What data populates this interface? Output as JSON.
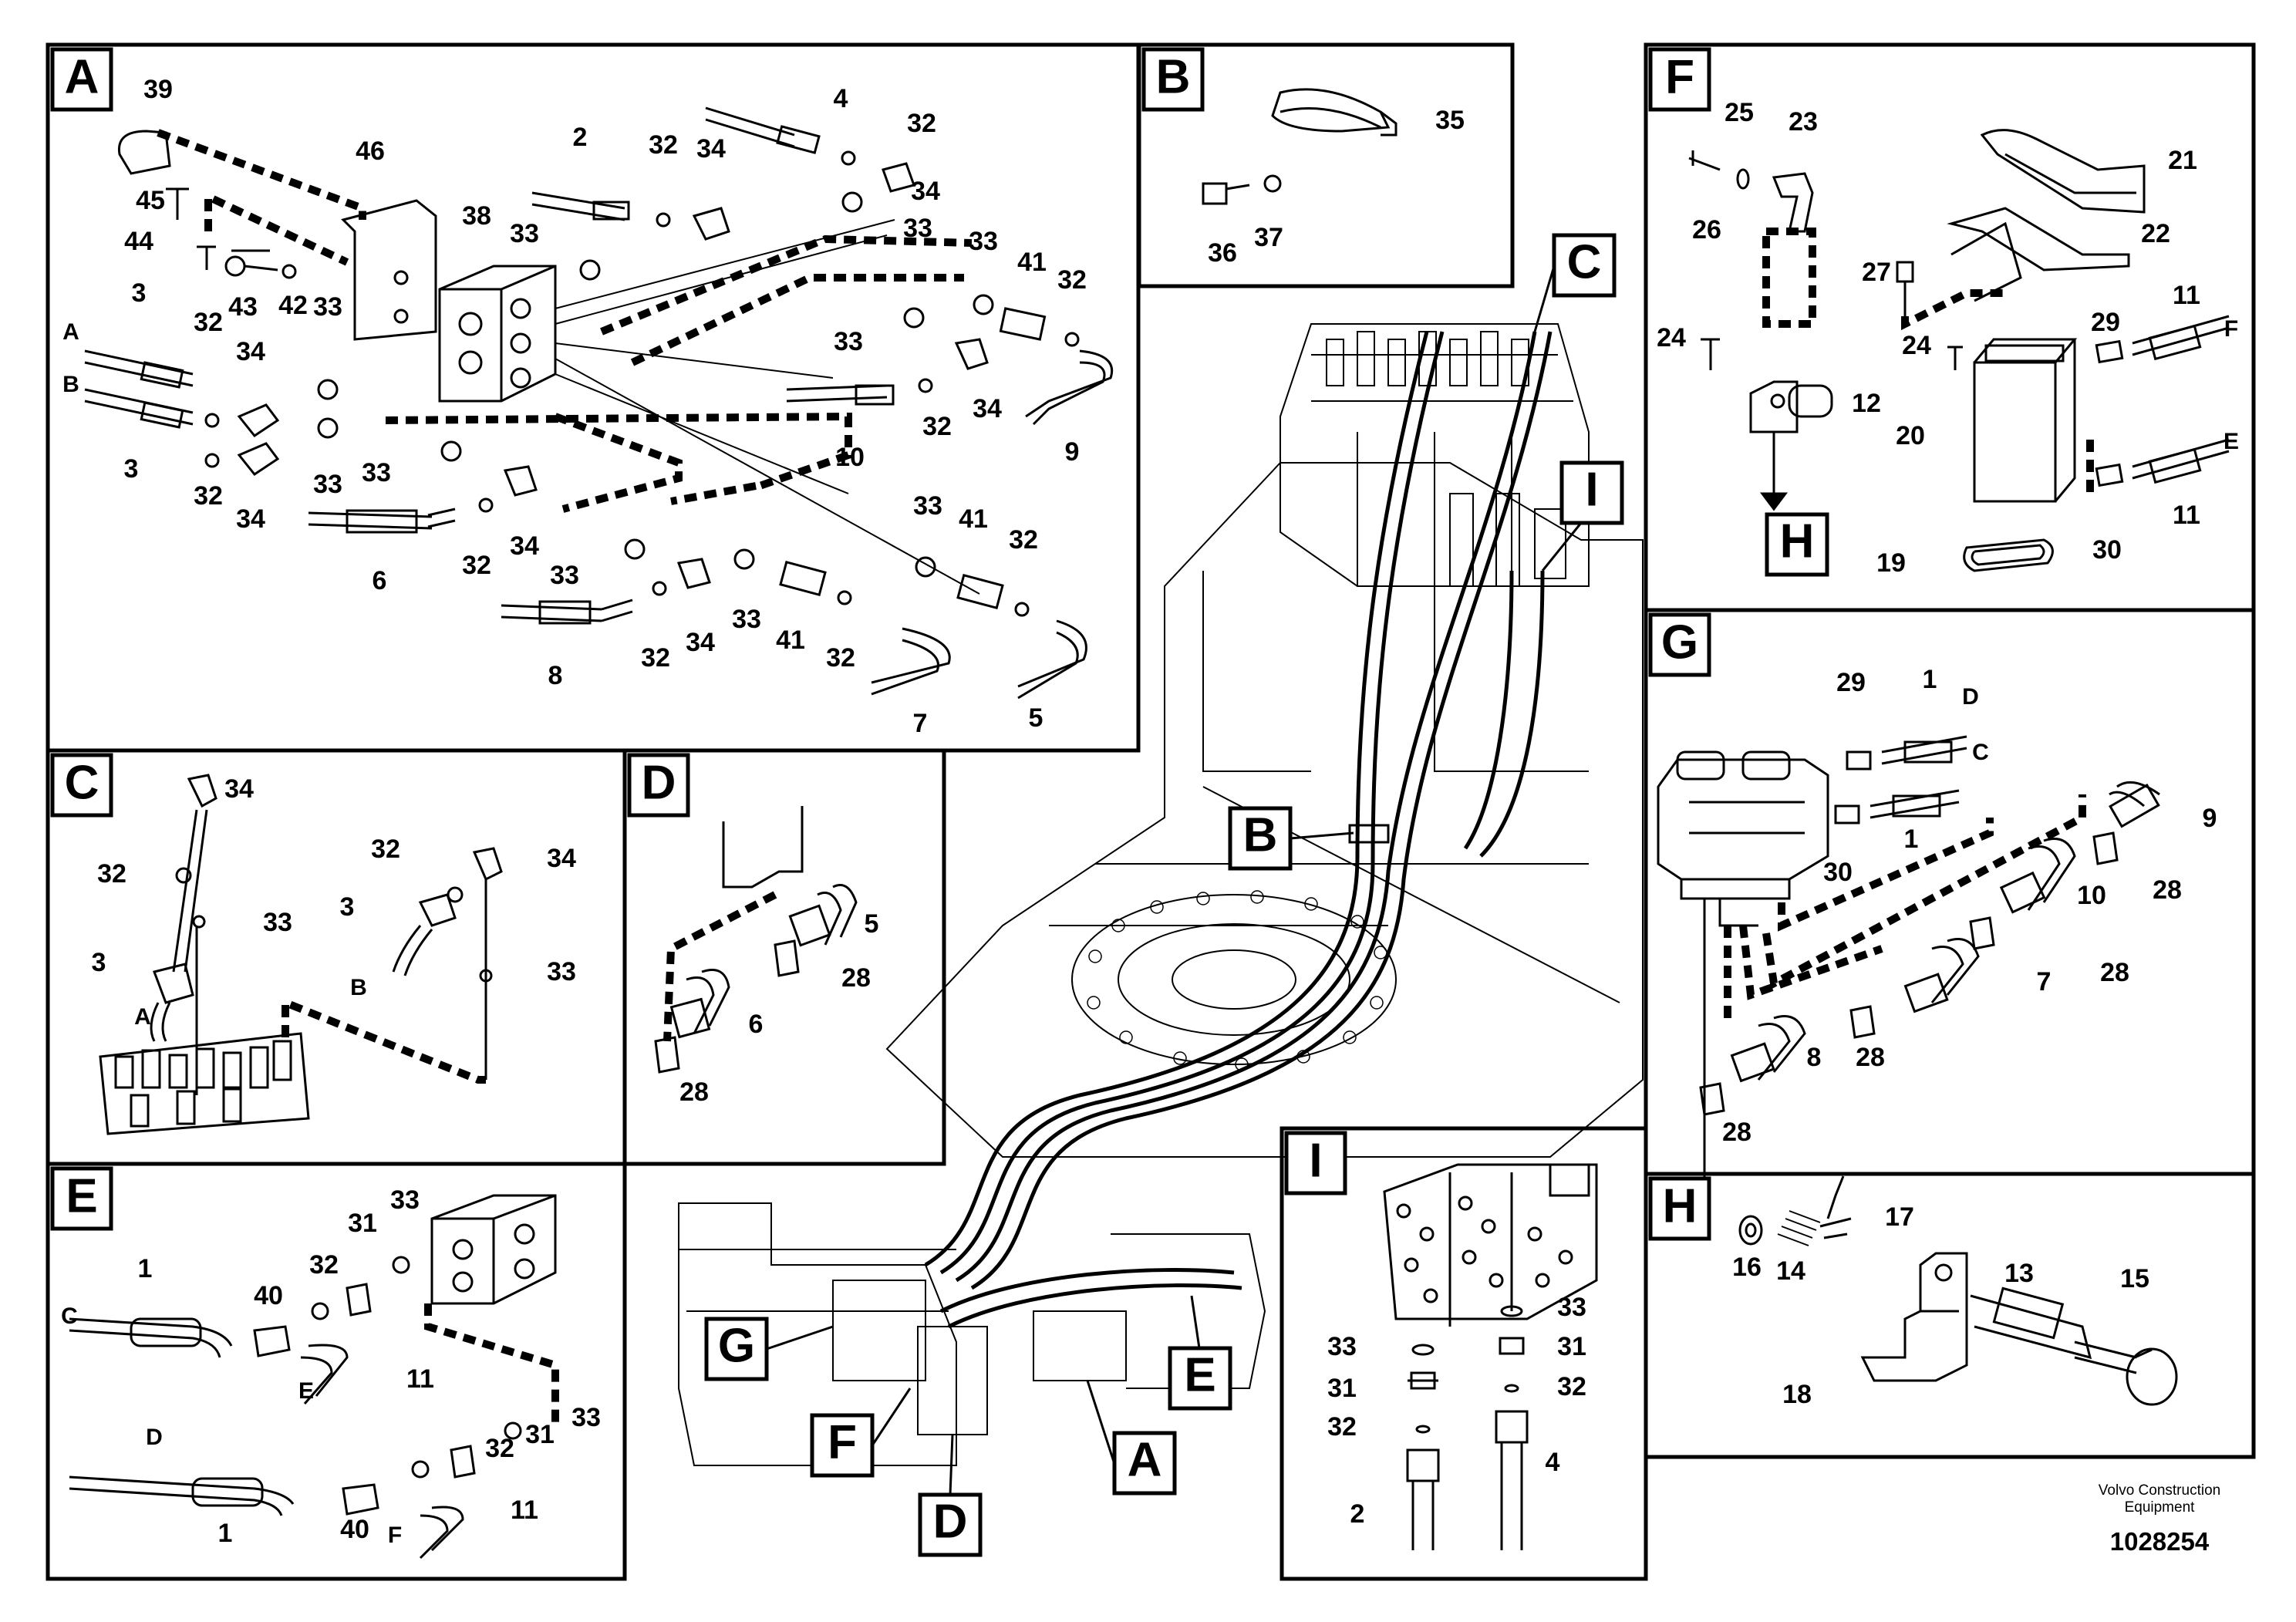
{
  "panels": [
    {
      "id": "A",
      "letter": "A"
    },
    {
      "id": "B",
      "letter": "B"
    },
    {
      "id": "C",
      "letter": "C"
    },
    {
      "id": "D",
      "letter": "D"
    },
    {
      "id": "E",
      "letter": "E"
    },
    {
      "id": "F",
      "letter": "F"
    },
    {
      "id": "G",
      "letter": "G"
    },
    {
      "id": "H",
      "letter": "H"
    },
    {
      "id": "I",
      "letter": "I"
    }
  ],
  "callouts": [
    {
      "panel": "A",
      "label": "39"
    },
    {
      "panel": "A",
      "label": "46"
    },
    {
      "panel": "A",
      "label": "45"
    },
    {
      "panel": "A",
      "label": "44"
    },
    {
      "panel": "A",
      "label": "43"
    },
    {
      "panel": "A",
      "label": "42"
    },
    {
      "panel": "A",
      "label": "33"
    },
    {
      "panel": "A",
      "label": "3"
    },
    {
      "panel": "A",
      "label": "32"
    },
    {
      "panel": "A",
      "label": "34"
    },
    {
      "panel": "A",
      "label": "3"
    },
    {
      "panel": "A",
      "label": "32"
    },
    {
      "panel": "A",
      "label": "34"
    },
    {
      "panel": "A",
      "label": "33"
    },
    {
      "panel": "A",
      "label": "38"
    },
    {
      "panel": "A",
      "label": "2"
    },
    {
      "panel": "A",
      "label": "32"
    },
    {
      "panel": "A",
      "label": "34"
    },
    {
      "panel": "A",
      "label": "33"
    },
    {
      "panel": "A",
      "label": "4"
    },
    {
      "panel": "A",
      "label": "32"
    },
    {
      "panel": "A",
      "label": "34"
    },
    {
      "panel": "A",
      "label": "33"
    },
    {
      "panel": "A",
      "label": "33"
    },
    {
      "panel": "A",
      "label": "41"
    },
    {
      "panel": "A",
      "label": "32"
    },
    {
      "panel": "A",
      "label": "33"
    },
    {
      "panel": "A",
      "label": "32"
    },
    {
      "panel": "A",
      "label": "34"
    },
    {
      "panel": "A",
      "label": "10"
    },
    {
      "panel": "A",
      "label": "9"
    },
    {
      "panel": "A",
      "label": "33"
    },
    {
      "panel": "A",
      "label": "32"
    },
    {
      "panel": "A",
      "label": "34"
    },
    {
      "panel": "A",
      "label": "6"
    },
    {
      "panel": "A",
      "label": "33"
    },
    {
      "panel": "A",
      "label": "32"
    },
    {
      "panel": "A",
      "label": "34"
    },
    {
      "panel": "A",
      "label": "8"
    },
    {
      "panel": "A",
      "label": "33"
    },
    {
      "panel": "A",
      "label": "41"
    },
    {
      "panel": "A",
      "label": "32"
    },
    {
      "panel": "A",
      "label": "7"
    },
    {
      "panel": "A",
      "label": "33"
    },
    {
      "panel": "A",
      "label": "41"
    },
    {
      "panel": "A",
      "label": "32"
    },
    {
      "panel": "A",
      "label": "5"
    },
    {
      "panel": "B",
      "label": "35"
    },
    {
      "panel": "B",
      "label": "36"
    },
    {
      "panel": "B",
      "label": "37"
    },
    {
      "panel": "C",
      "label": "34"
    },
    {
      "panel": "C",
      "label": "32"
    },
    {
      "panel": "C",
      "label": "33"
    },
    {
      "panel": "C",
      "label": "3"
    },
    {
      "panel": "C",
      "label": "32"
    },
    {
      "panel": "C",
      "label": "34"
    },
    {
      "panel": "C",
      "label": "3"
    },
    {
      "panel": "C",
      "label": "33"
    },
    {
      "panel": "D",
      "label": "5"
    },
    {
      "panel": "D",
      "label": "28"
    },
    {
      "panel": "D",
      "label": "6"
    },
    {
      "panel": "D",
      "label": "28"
    },
    {
      "panel": "E",
      "label": "1"
    },
    {
      "panel": "E",
      "label": "40"
    },
    {
      "panel": "E",
      "label": "32"
    },
    {
      "panel": "E",
      "label": "31"
    },
    {
      "panel": "E",
      "label": "33"
    },
    {
      "panel": "E",
      "label": "11"
    },
    {
      "panel": "E",
      "label": "1"
    },
    {
      "panel": "E",
      "label": "40"
    },
    {
      "panel": "E",
      "label": "32"
    },
    {
      "panel": "E",
      "label": "31"
    },
    {
      "panel": "E",
      "label": "33"
    },
    {
      "panel": "E",
      "label": "11"
    },
    {
      "panel": "F",
      "label": "26"
    },
    {
      "panel": "F",
      "label": "25"
    },
    {
      "panel": "F",
      "label": "23"
    },
    {
      "panel": "F",
      "label": "21"
    },
    {
      "panel": "F",
      "label": "22"
    },
    {
      "panel": "F",
      "label": "27"
    },
    {
      "panel": "F",
      "label": "24"
    },
    {
      "panel": "F",
      "label": "24"
    },
    {
      "panel": "F",
      "label": "12"
    },
    {
      "panel": "F",
      "label": "29"
    },
    {
      "panel": "F",
      "label": "11"
    },
    {
      "panel": "F",
      "label": "20"
    },
    {
      "panel": "F",
      "label": "30"
    },
    {
      "panel": "F",
      "label": "11"
    },
    {
      "panel": "F",
      "label": "19"
    },
    {
      "panel": "G",
      "label": "29"
    },
    {
      "panel": "G",
      "label": "1"
    },
    {
      "panel": "G",
      "label": "1"
    },
    {
      "panel": "G",
      "label": "30"
    },
    {
      "panel": "G",
      "label": "9"
    },
    {
      "panel": "G",
      "label": "28"
    },
    {
      "panel": "G",
      "label": "10"
    },
    {
      "panel": "G",
      "label": "7"
    },
    {
      "panel": "G",
      "label": "28"
    },
    {
      "panel": "G",
      "label": "8"
    },
    {
      "panel": "G",
      "label": "28"
    },
    {
      "panel": "G",
      "label": "28"
    },
    {
      "panel": "H",
      "label": "16"
    },
    {
      "panel": "H",
      "label": "14"
    },
    {
      "panel": "H",
      "label": "17"
    },
    {
      "panel": "H",
      "label": "13"
    },
    {
      "panel": "H",
      "label": "15"
    },
    {
      "panel": "H",
      "label": "18"
    },
    {
      "panel": "I",
      "label": "33"
    },
    {
      "panel": "I",
      "label": "33"
    },
    {
      "panel": "I",
      "label": "31"
    },
    {
      "panel": "I",
      "label": "31"
    },
    {
      "panel": "I",
      "label": "32"
    },
    {
      "panel": "I",
      "label": "32"
    },
    {
      "panel": "I",
      "label": "4"
    },
    {
      "panel": "I",
      "label": "2"
    }
  ],
  "port_labels": [
    {
      "panel": "A",
      "label": "A"
    },
    {
      "panel": "A",
      "label": "B"
    },
    {
      "panel": "C",
      "label": "A"
    },
    {
      "panel": "C",
      "label": "B"
    },
    {
      "panel": "E",
      "label": "C"
    },
    {
      "panel": "E",
      "label": "E"
    },
    {
      "panel": "E",
      "label": "D"
    },
    {
      "panel": "E",
      "label": "F"
    },
    {
      "panel": "F",
      "label": "F"
    },
    {
      "panel": "F",
      "label": "E"
    },
    {
      "panel": "G",
      "label": "D"
    },
    {
      "panel": "G",
      "label": "C"
    }
  ],
  "overview_refs": [
    "C",
    "I",
    "B",
    "G",
    "E",
    "F",
    "D",
    "A"
  ],
  "sub_refs": [
    {
      "panel": "F",
      "label": "H"
    }
  ],
  "footer": {
    "manufacturer_line1": "Volvo Construction",
    "manufacturer_line2": "Equipment",
    "doc_number": "1028254"
  }
}
